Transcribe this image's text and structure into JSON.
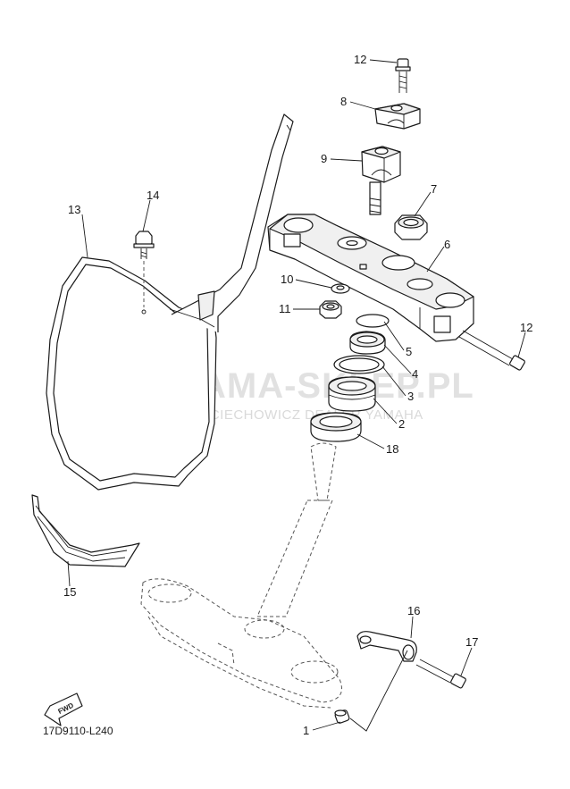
{
  "watermark": {
    "title": "YAMA-SKLEP.PL",
    "subtitle": "WOJCIECHOWICZ DEALER YAMAHA"
  },
  "diagram_code": "17D9110-L240",
  "fwd_badge": "FWD",
  "callouts": [
    {
      "id": "c12a",
      "label": "12"
    },
    {
      "id": "c8",
      "label": "8"
    },
    {
      "id": "c9",
      "label": "9"
    },
    {
      "id": "c7",
      "label": "7"
    },
    {
      "id": "c6",
      "label": "6"
    },
    {
      "id": "c13",
      "label": "13"
    },
    {
      "id": "c14",
      "label": "14"
    },
    {
      "id": "c10",
      "label": "10"
    },
    {
      "id": "c11",
      "label": "11"
    },
    {
      "id": "c5",
      "label": "5"
    },
    {
      "id": "c12b",
      "label": "12"
    },
    {
      "id": "c4",
      "label": "4"
    },
    {
      "id": "c3",
      "label": "3"
    },
    {
      "id": "c2",
      "label": "2"
    },
    {
      "id": "c18",
      "label": "18"
    },
    {
      "id": "c15",
      "label": "15"
    },
    {
      "id": "c16",
      "label": "16"
    },
    {
      "id": "c17",
      "label": "17"
    },
    {
      "id": "c1",
      "label": "1"
    }
  ]
}
